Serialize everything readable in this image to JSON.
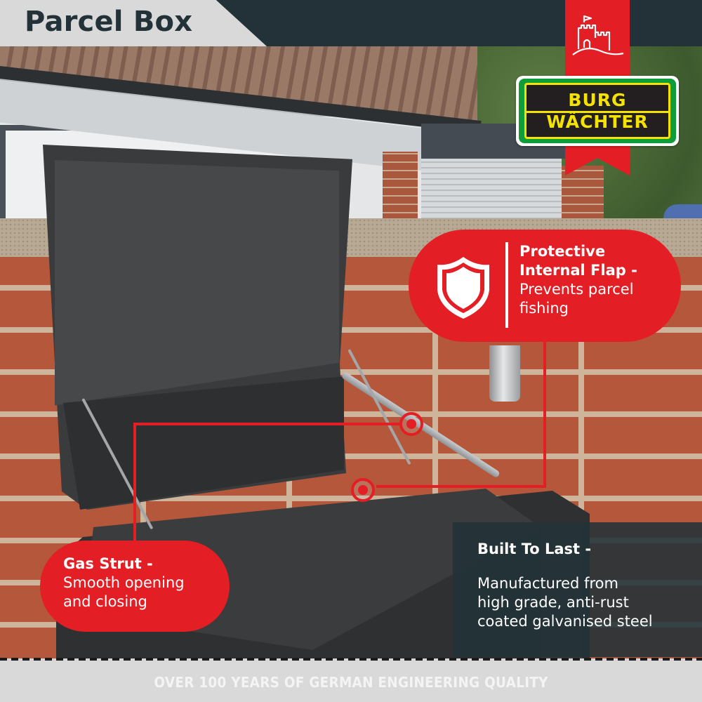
{
  "header": {
    "title": "Parcel Box"
  },
  "brand": {
    "logo_line1": "BURG",
    "logo_line2": "WÄCHTER",
    "icon": "castle-icon",
    "colors": {
      "ribbon_red": "#e31e24",
      "logo_green": "#0f9d3a",
      "logo_yellow": "#f4e200",
      "logo_black": "#231f20"
    }
  },
  "callouts": {
    "internal_flap": {
      "icon": "shield-icon",
      "title_line1": "Protective",
      "title_line2": "Internal Flap -",
      "body_line1": "Prevents parcel",
      "body_line2": "fishing"
    },
    "gas_strut": {
      "title": "Gas Strut -",
      "body_line1": "Smooth opening",
      "body_line2": "and closing"
    },
    "built_to_last": {
      "title": "Built To Last -",
      "body_line1": "Manufactured from",
      "body_line2": "high grade, anti-rust",
      "body_line3": "coated galvanised steel"
    }
  },
  "footer": {
    "tagline": "OVER 100 YEARS OF GERMAN ENGINEERING QUALITY"
  },
  "colors": {
    "header_dark": "#223238",
    "header_light": "#d9d9d9",
    "accent_red": "#e31e24",
    "footer_bg": "#d9d9d9",
    "footer_text": "#f4f4f4"
  }
}
